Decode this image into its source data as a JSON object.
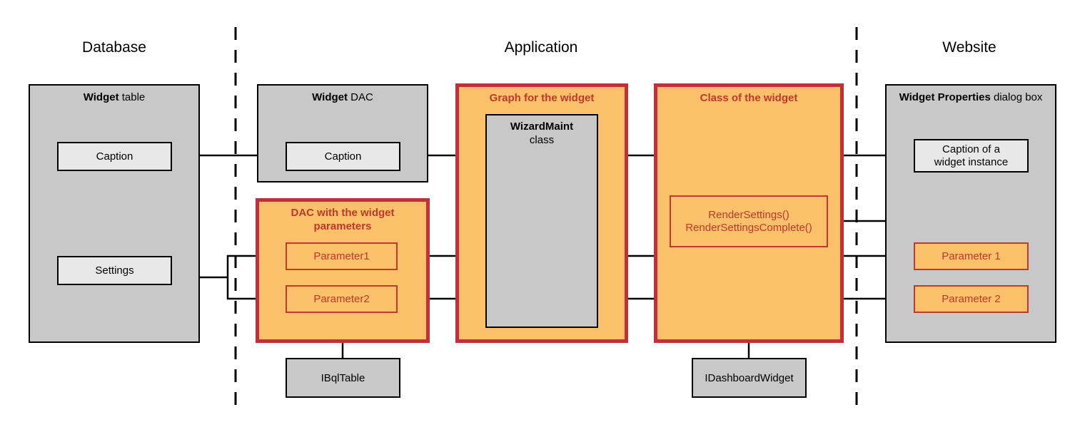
{
  "lanes": [
    {
      "label": "Database"
    },
    {
      "label": "Application"
    },
    {
      "label": "Website"
    }
  ],
  "colors": {
    "accent_red": "#c32e38",
    "accent_red_text": "#c0392b",
    "orange_fill": "#fbc06a",
    "gray_fill": "#c8c8c8",
    "light_gray_fill": "#e8e8e8",
    "stroke_black": "#000000"
  },
  "database": {
    "widget_table": {
      "title_bold": "Widget",
      "title_rest": " table",
      "fields": [
        {
          "label": "Caption"
        },
        {
          "label": "Settings"
        }
      ]
    }
  },
  "application": {
    "widget_dac": {
      "title_bold": "Widget",
      "title_rest": " DAC",
      "fields": [
        {
          "label": "Caption"
        }
      ]
    },
    "dac_parameters": {
      "title": "DAC with the widget parameters",
      "fields": [
        {
          "label": "Parameter1"
        },
        {
          "label": "Parameter2"
        }
      ]
    },
    "ibqltable": {
      "label": "IBqlTable"
    },
    "graph": {
      "title": "Graph for the widget",
      "wizard": {
        "title_bold": "WizardMaint",
        "title_rest": "class"
      }
    },
    "widget_class": {
      "title": "Class of the widget",
      "methods": {
        "line1": "RenderSettings()",
        "line2": "RenderSettingsComplete()"
      }
    },
    "idashboardwidget": {
      "label": "IDashboardWidget"
    }
  },
  "website": {
    "properties_dialog": {
      "title_bold": "Widget Properties",
      "title_rest": " dialog box",
      "caption_field": {
        "line1": "Caption of a",
        "line2": "widget instance"
      },
      "parameters": [
        {
          "label": "Parameter 1"
        },
        {
          "label": "Parameter 2"
        }
      ]
    }
  }
}
